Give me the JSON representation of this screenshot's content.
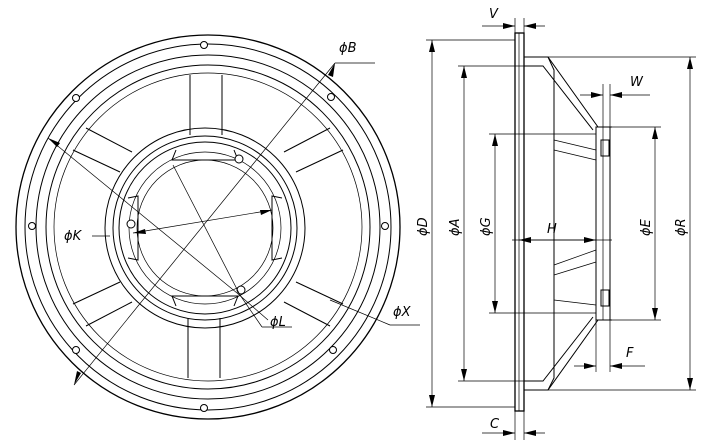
{
  "front_view": {
    "labels": {
      "B": "ϕB",
      "K": "ϕK",
      "L": "ϕL",
      "X": "ϕX"
    }
  },
  "side_view": {
    "labels": {
      "V": "V",
      "W": "W",
      "D": "ϕD",
      "A": "ϕA",
      "G": "ϕG",
      "H": "H",
      "E": "ϕE",
      "R": "ϕR",
      "F": "F",
      "C": "C"
    }
  }
}
